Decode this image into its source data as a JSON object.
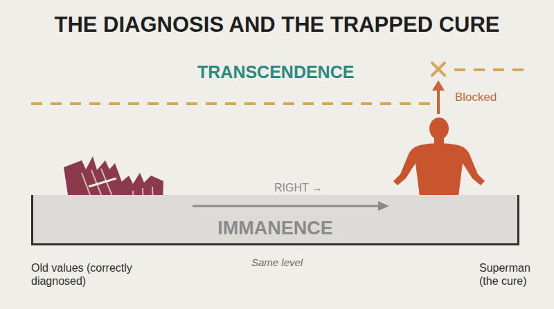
{
  "diagram": {
    "title": "THE DIAGNOSIS AND THE TRAPPED CURE",
    "nodes": [
      {
        "text": [
          "IMMANENCE"
        ]
      }
    ],
    "labels": [
      "TRANSCENDENCE",
      "Blocked",
      "RIGHT →",
      "Same level",
      "Old values (correctly diagnosed)",
      "Superman (the cure)"
    ]
  }
}
